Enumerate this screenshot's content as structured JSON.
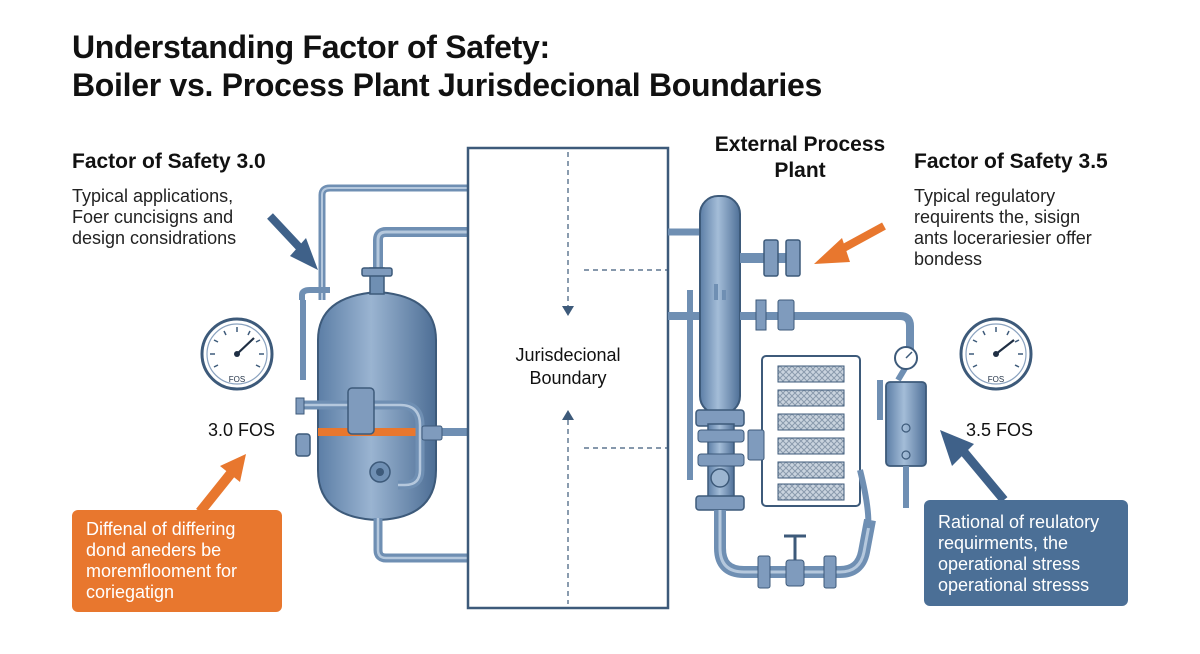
{
  "title": {
    "line1": "Understanding Factor of Safety:",
    "line2": "Boiler vs. Process Plant Jurisdecional Boundaries"
  },
  "left": {
    "heading": "Factor of Safety 3.0",
    "description": [
      "Typical applications,",
      "Foer cuncisigns and",
      "design considrations"
    ],
    "gauge_label": "FOS",
    "fos_value": "3.0 FOS",
    "note": [
      "Diffenal of differing",
      "dond aneders be",
      "moremflooment for",
      "coriegatign"
    ]
  },
  "center": {
    "boundary_label": [
      "Jurisdecional",
      "Boundary"
    ]
  },
  "right": {
    "plant_label": [
      "External Process",
      "Plant"
    ],
    "heading": "Factor of Safety 3.5",
    "description": [
      "Typical regulatory",
      "requirents the, sisign",
      "ants locerariesier offer",
      "bondess"
    ],
    "gauge_label": "FOS",
    "fos_value": "3.5 FOS",
    "note": [
      "Rational of reulatory",
      "requirments, the",
      "operational stress",
      "operational stresss"
    ]
  },
  "colors": {
    "accent_orange": "#e8772e",
    "accent_blue": "#4b6f96",
    "pipe_blue": "#7f9bbd",
    "pipe_dark": "#3d5a7a",
    "arrow_navy": "#3f6189"
  }
}
